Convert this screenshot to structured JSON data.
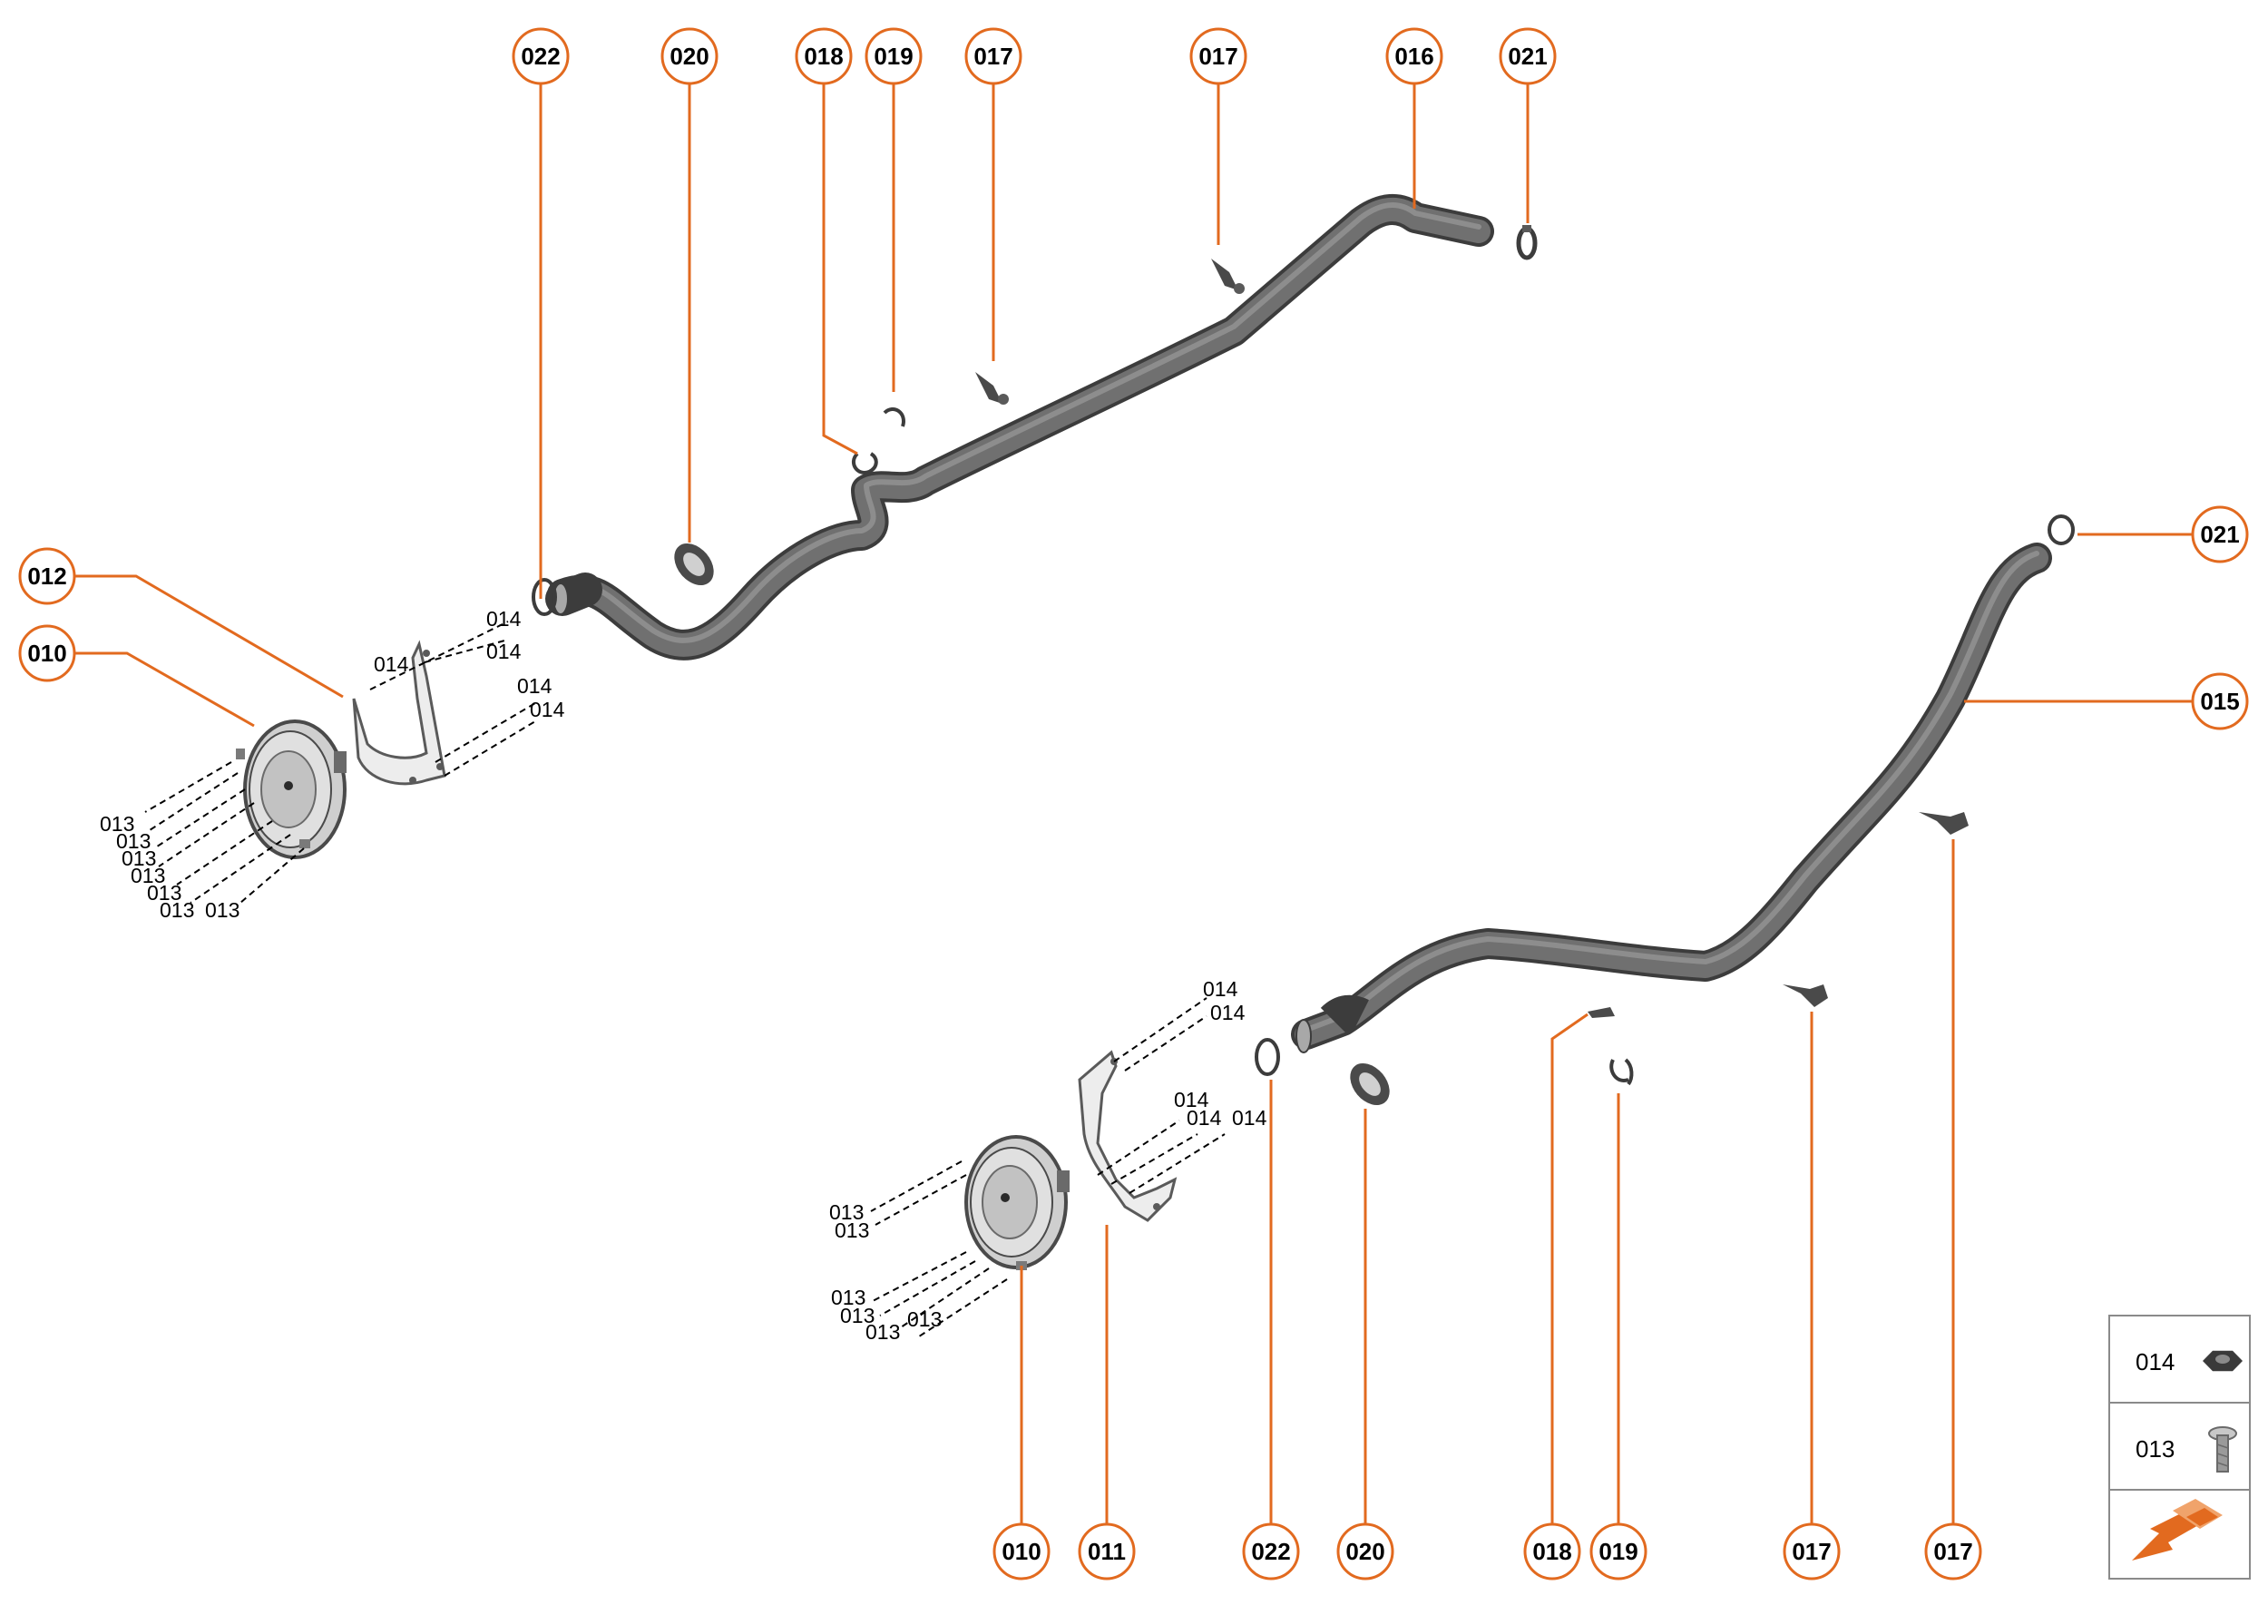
{
  "colors": {
    "callout": "#e26a1f",
    "pipe": "#6f6f6f",
    "pipe_edge": "#3c3c3c",
    "part_dark": "#4a4a4a",
    "legend_border": "#8a8a8a"
  },
  "callouts_top": [
    {
      "label": "022"
    },
    {
      "label": "020"
    },
    {
      "label": "018"
    },
    {
      "label": "019"
    },
    {
      "label": "017"
    },
    {
      "label": "017"
    },
    {
      "label": "016"
    },
    {
      "label": "021"
    }
  ],
  "callouts_left": [
    {
      "label": "012"
    },
    {
      "label": "010"
    }
  ],
  "callouts_right": [
    {
      "label": "021"
    },
    {
      "label": "015"
    }
  ],
  "callouts_bottom": [
    {
      "label": "010"
    },
    {
      "label": "011"
    },
    {
      "label": "022"
    },
    {
      "label": "020"
    },
    {
      "label": "018"
    },
    {
      "label": "019"
    },
    {
      "label": "017"
    },
    {
      "label": "017"
    }
  ],
  "fastener_labels_upper": [
    {
      "text": "014"
    },
    {
      "text": "014"
    },
    {
      "text": "014"
    },
    {
      "text": "014"
    },
    {
      "text": "014"
    },
    {
      "text": "013"
    },
    {
      "text": "013"
    },
    {
      "text": "013"
    },
    {
      "text": "013"
    },
    {
      "text": "013"
    },
    {
      "text": "013"
    },
    {
      "text": "013"
    }
  ],
  "fastener_labels_lower": [
    {
      "text": "014"
    },
    {
      "text": "014"
    },
    {
      "text": "014"
    },
    {
      "text": "014"
    },
    {
      "text": "014"
    },
    {
      "text": "013"
    },
    {
      "text": "013"
    },
    {
      "text": "013"
    },
    {
      "text": "013"
    },
    {
      "text": "013"
    },
    {
      "text": "013"
    }
  ],
  "legend": {
    "items": [
      {
        "label": "014",
        "icon": "hex-nut-icon"
      },
      {
        "label": "013",
        "icon": "screw-icon"
      }
    ],
    "nav_icon": "view-direction-arrow-icon"
  }
}
